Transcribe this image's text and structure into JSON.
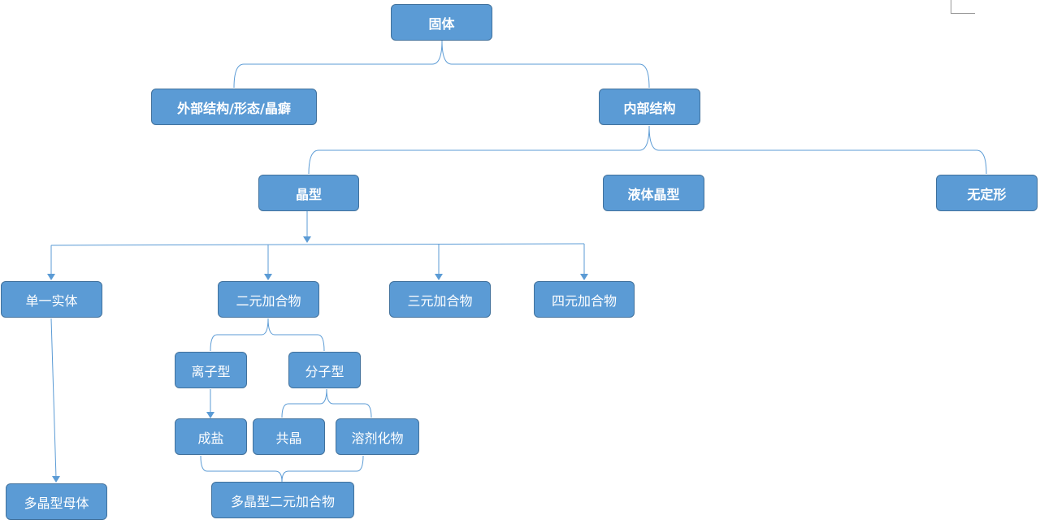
{
  "diagram": {
    "root": "固体",
    "external": "外部结构/形态/晶癖",
    "internal": "内部结构",
    "crystal_form": "晶型",
    "liquid_crystal": "液体晶型",
    "amorphous": "无定形",
    "single_entity": "单一实体",
    "binary": "二元加合物",
    "ternary": "三元加合物",
    "quaternary": "四元加合物",
    "ionic": "离子型",
    "molecular": "分子型",
    "salt": "成盐",
    "cocrystal": "共晶",
    "solvate": "溶剂化物",
    "polymorph_parent": "多晶型母体",
    "polymorph_binary": "多晶型二元加合物"
  },
  "colors": {
    "node_fill": "#5b9bd5",
    "node_border": "#41719c",
    "connector": "#5b9bd5"
  }
}
